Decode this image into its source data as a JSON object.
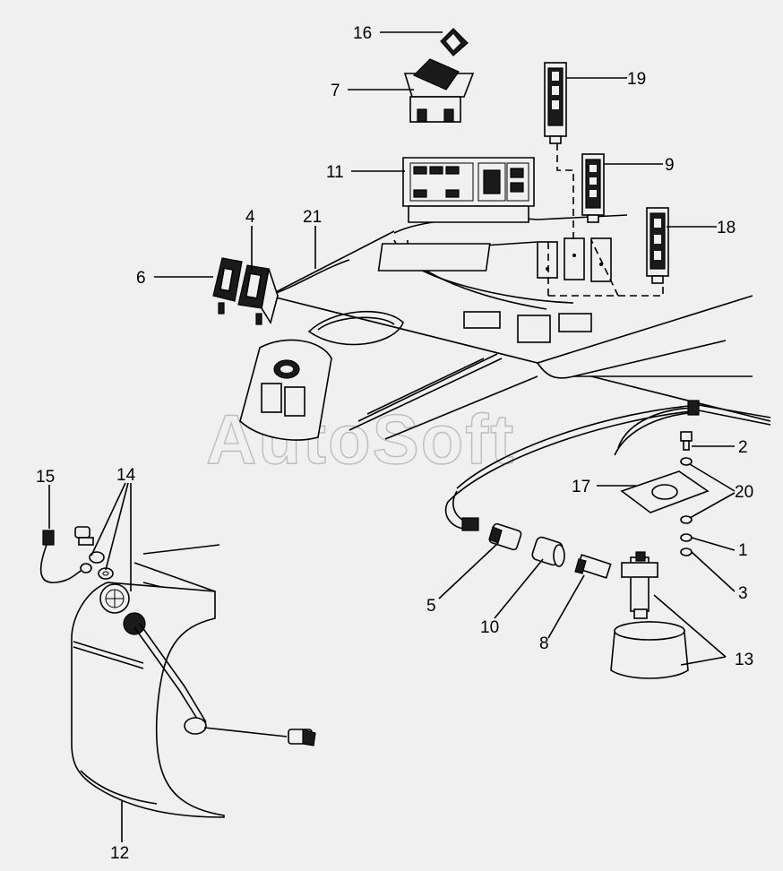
{
  "watermark": "AutoSoft",
  "callouts": [
    {
      "id": "16",
      "label": "16"
    },
    {
      "id": "7",
      "label": "7"
    },
    {
      "id": "19",
      "label": "19"
    },
    {
      "id": "11",
      "label": "11"
    },
    {
      "id": "9",
      "label": "9"
    },
    {
      "id": "4",
      "label": "4"
    },
    {
      "id": "21",
      "label": "21"
    },
    {
      "id": "18",
      "label": "18"
    },
    {
      "id": "6",
      "label": "6"
    },
    {
      "id": "2",
      "label": "2"
    },
    {
      "id": "15",
      "label": "15"
    },
    {
      "id": "14",
      "label": "14"
    },
    {
      "id": "17",
      "label": "17"
    },
    {
      "id": "20",
      "label": "20"
    },
    {
      "id": "1",
      "label": "1"
    },
    {
      "id": "3",
      "label": "3"
    },
    {
      "id": "5",
      "label": "5"
    },
    {
      "id": "10",
      "label": "10"
    },
    {
      "id": "8",
      "label": "8"
    },
    {
      "id": "13",
      "label": "13"
    },
    {
      "id": "12",
      "label": "12"
    }
  ]
}
